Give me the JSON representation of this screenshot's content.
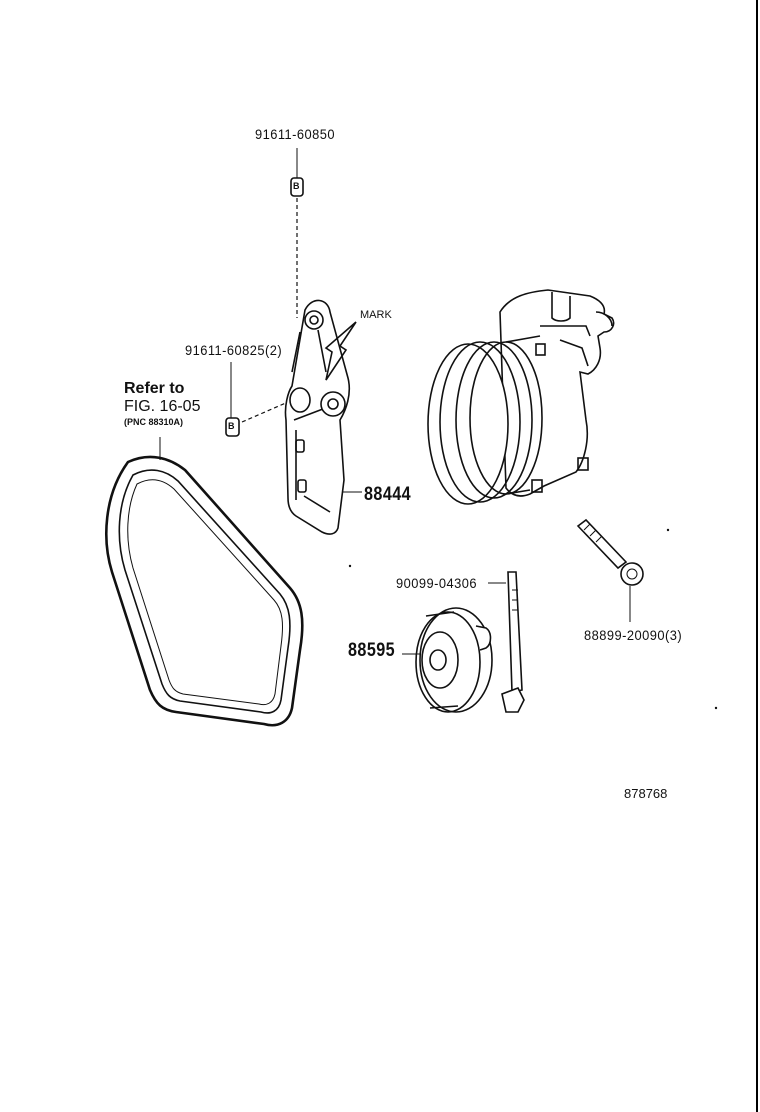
{
  "parts": {
    "bolt_top": "91611-60850",
    "bolt_side": "91611-60825(2)",
    "bracket": "88444",
    "idler_pulley": "88595",
    "pulley_bolt": "90099-04306",
    "compressor_bolt": "88899-20090(3)"
  },
  "annotations": {
    "mark": "MARK",
    "refer_line1": "Refer to",
    "refer_line2": "FIG. 16-05",
    "refer_line3": "(PNC 88310A)",
    "bolt_symbol": "B"
  },
  "illustration_number": "878768"
}
